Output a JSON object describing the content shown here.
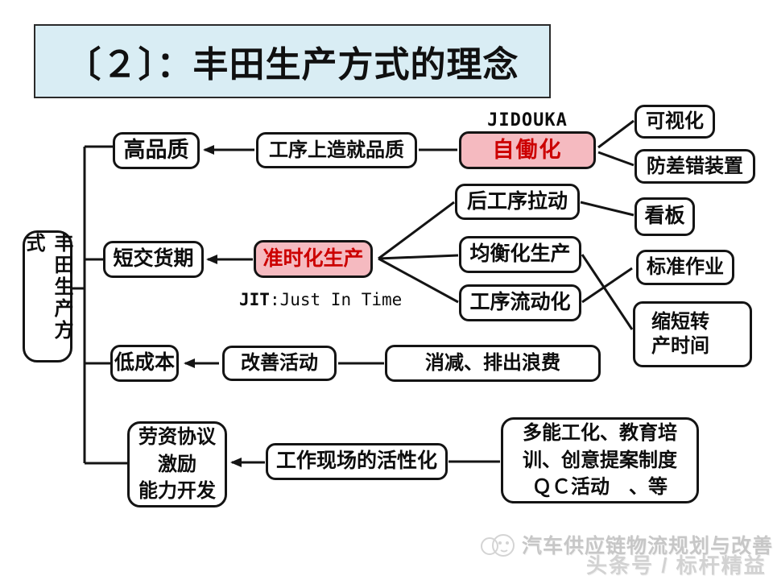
{
  "slide": {
    "title": "〔２〕：丰田生产方式的理念",
    "root": "丰田生产方式"
  },
  "annotations": {
    "jidouka": "JIDOUKA",
    "jit_bold": "JIT",
    "jit_rest": ":Just In Time"
  },
  "goals": {
    "high_quality": "高品质",
    "short_delivery": "短交货期",
    "low_cost": "低成本",
    "labor": [
      "劳资协议",
      "激励",
      "能力开发"
    ]
  },
  "pillars": {
    "process_quality": "工序上造就品质",
    "jidoka": "自働化",
    "jit": "准时化生产",
    "kaizen": "改善活动",
    "workplace": "工作现场的活性化"
  },
  "methods": {
    "visualization": "可视化",
    "mistake_proofing": "防差错装置",
    "pull": "后工序拉动",
    "heijunka": "均衡化生产",
    "flow": "工序流动化",
    "kanban": "看板",
    "standard_work": "标准作业",
    "changeover": [
      "缩短转",
      "产时间"
    ],
    "waste": "消减、排出浪费",
    "training": [
      "多能工化、教育培",
      "训、创意提案制度",
      "ＱＣ活动　、等"
    ]
  },
  "watermark": {
    "line1": "汽车供应链物流规划与改善",
    "line2": "头条号 / 标杆精益"
  },
  "colors": {
    "title_bg": "#D9EDF4",
    "accent_pink": "#F5BAC0",
    "accent_red": "#CC0000",
    "line": "#141414"
  }
}
